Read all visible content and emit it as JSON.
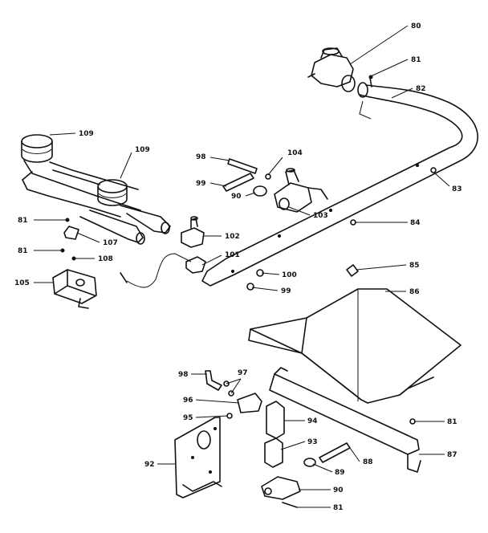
{
  "figure": {
    "background": "#ffffff",
    "line_color": "#111111"
  },
  "callouts": [
    {
      "id": "c80",
      "label": "80"
    },
    {
      "id": "c81a",
      "label": "81"
    },
    {
      "id": "c82",
      "label": "82"
    },
    {
      "id": "c83",
      "label": "83"
    },
    {
      "id": "c84",
      "label": "84"
    },
    {
      "id": "c85",
      "label": "85"
    },
    {
      "id": "c86",
      "label": "86"
    },
    {
      "id": "c87",
      "label": "87"
    },
    {
      "id": "c81b",
      "label": "81"
    },
    {
      "id": "c88",
      "label": "88"
    },
    {
      "id": "c89",
      "label": "89"
    },
    {
      "id": "c90",
      "label": "90"
    },
    {
      "id": "c81c",
      "label": "81"
    },
    {
      "id": "c92",
      "label": "92"
    },
    {
      "id": "c93",
      "label": "93"
    },
    {
      "id": "c94",
      "label": "94"
    },
    {
      "id": "c95",
      "label": "95"
    },
    {
      "id": "c96",
      "label": "96"
    },
    {
      "id": "c97",
      "label": "97"
    },
    {
      "id": "c98",
      "label": "98"
    },
    {
      "id": "c99",
      "label": "99"
    },
    {
      "id": "c100",
      "label": "100"
    },
    {
      "id": "c101",
      "label": "101"
    },
    {
      "id": "c102",
      "label": "102"
    },
    {
      "id": "c103",
      "label": "103"
    },
    {
      "id": "c104",
      "label": "104"
    },
    {
      "id": "c98b",
      "label": "98"
    },
    {
      "id": "c99b",
      "label": "99"
    },
    {
      "id": "c90b",
      "label": "90"
    },
    {
      "id": "c109a",
      "label": "109"
    },
    {
      "id": "c109b",
      "label": "109"
    },
    {
      "id": "c81d",
      "label": "81"
    },
    {
      "id": "c107",
      "label": "107"
    },
    {
      "id": "c81e",
      "label": "81"
    },
    {
      "id": "c108",
      "label": "108"
    },
    {
      "id": "c105",
      "label": "105"
    }
  ]
}
